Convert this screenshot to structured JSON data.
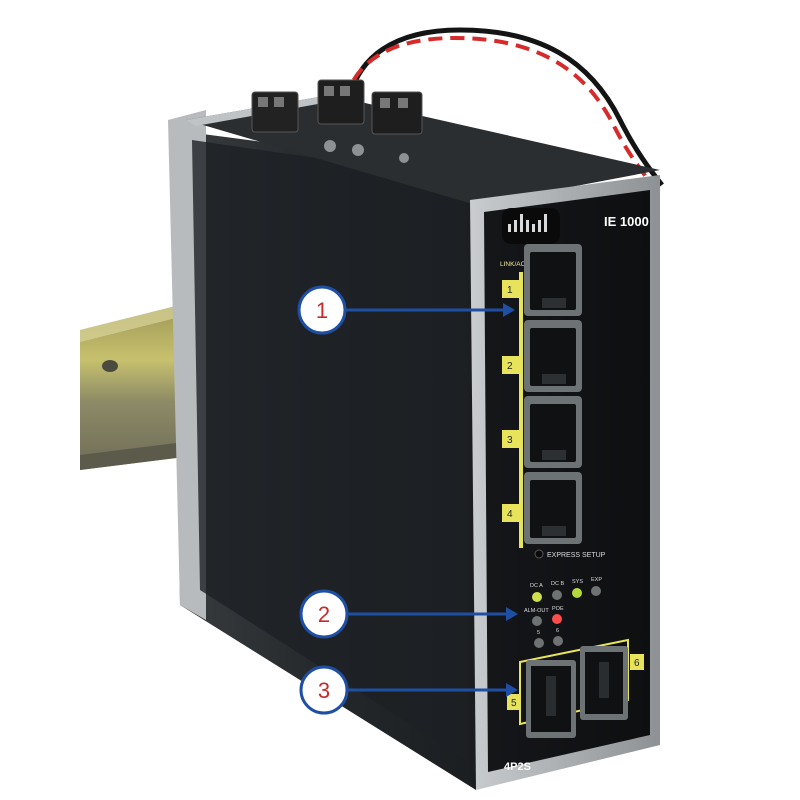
{
  "device": {
    "model": "IE 1000",
    "variant": "4P2S",
    "brand_logo": "cisco-logo"
  },
  "port_panel": {
    "header": "LINK/ACT",
    "copper_ports": [
      "1",
      "2",
      "3",
      "4"
    ],
    "express_setup": "EXPRESS SETUP",
    "sfp_ports": [
      "5",
      "6"
    ]
  },
  "leds": {
    "dc_a": "DC A",
    "dc_b": "DC B",
    "sys": "SYS",
    "exp": "EXP",
    "alm_out": "ALM-OUT",
    "poe": "POE",
    "sfp_5": "5",
    "sfp_6": "6",
    "colors": {
      "dc_a": "#cfe04a",
      "dc_b": "#6f7272",
      "sys": "#b4d93c",
      "exp": "#6f7272",
      "alm_out": "#6f7272",
      "poe": "#ff4d4d",
      "sfp_5": "#6f7272",
      "sfp_6": "#6f7272"
    }
  },
  "callouts": [
    {
      "number": "1",
      "target": "copper-ports"
    },
    {
      "number": "2",
      "target": "status-leds"
    },
    {
      "number": "3",
      "target": "sfp-ports"
    }
  ],
  "colors": {
    "callout_border": "#1e4fa3",
    "callout_number": "#c62a2a",
    "port_label_bg": "#e7e35a",
    "chassis": "#1f2326"
  }
}
